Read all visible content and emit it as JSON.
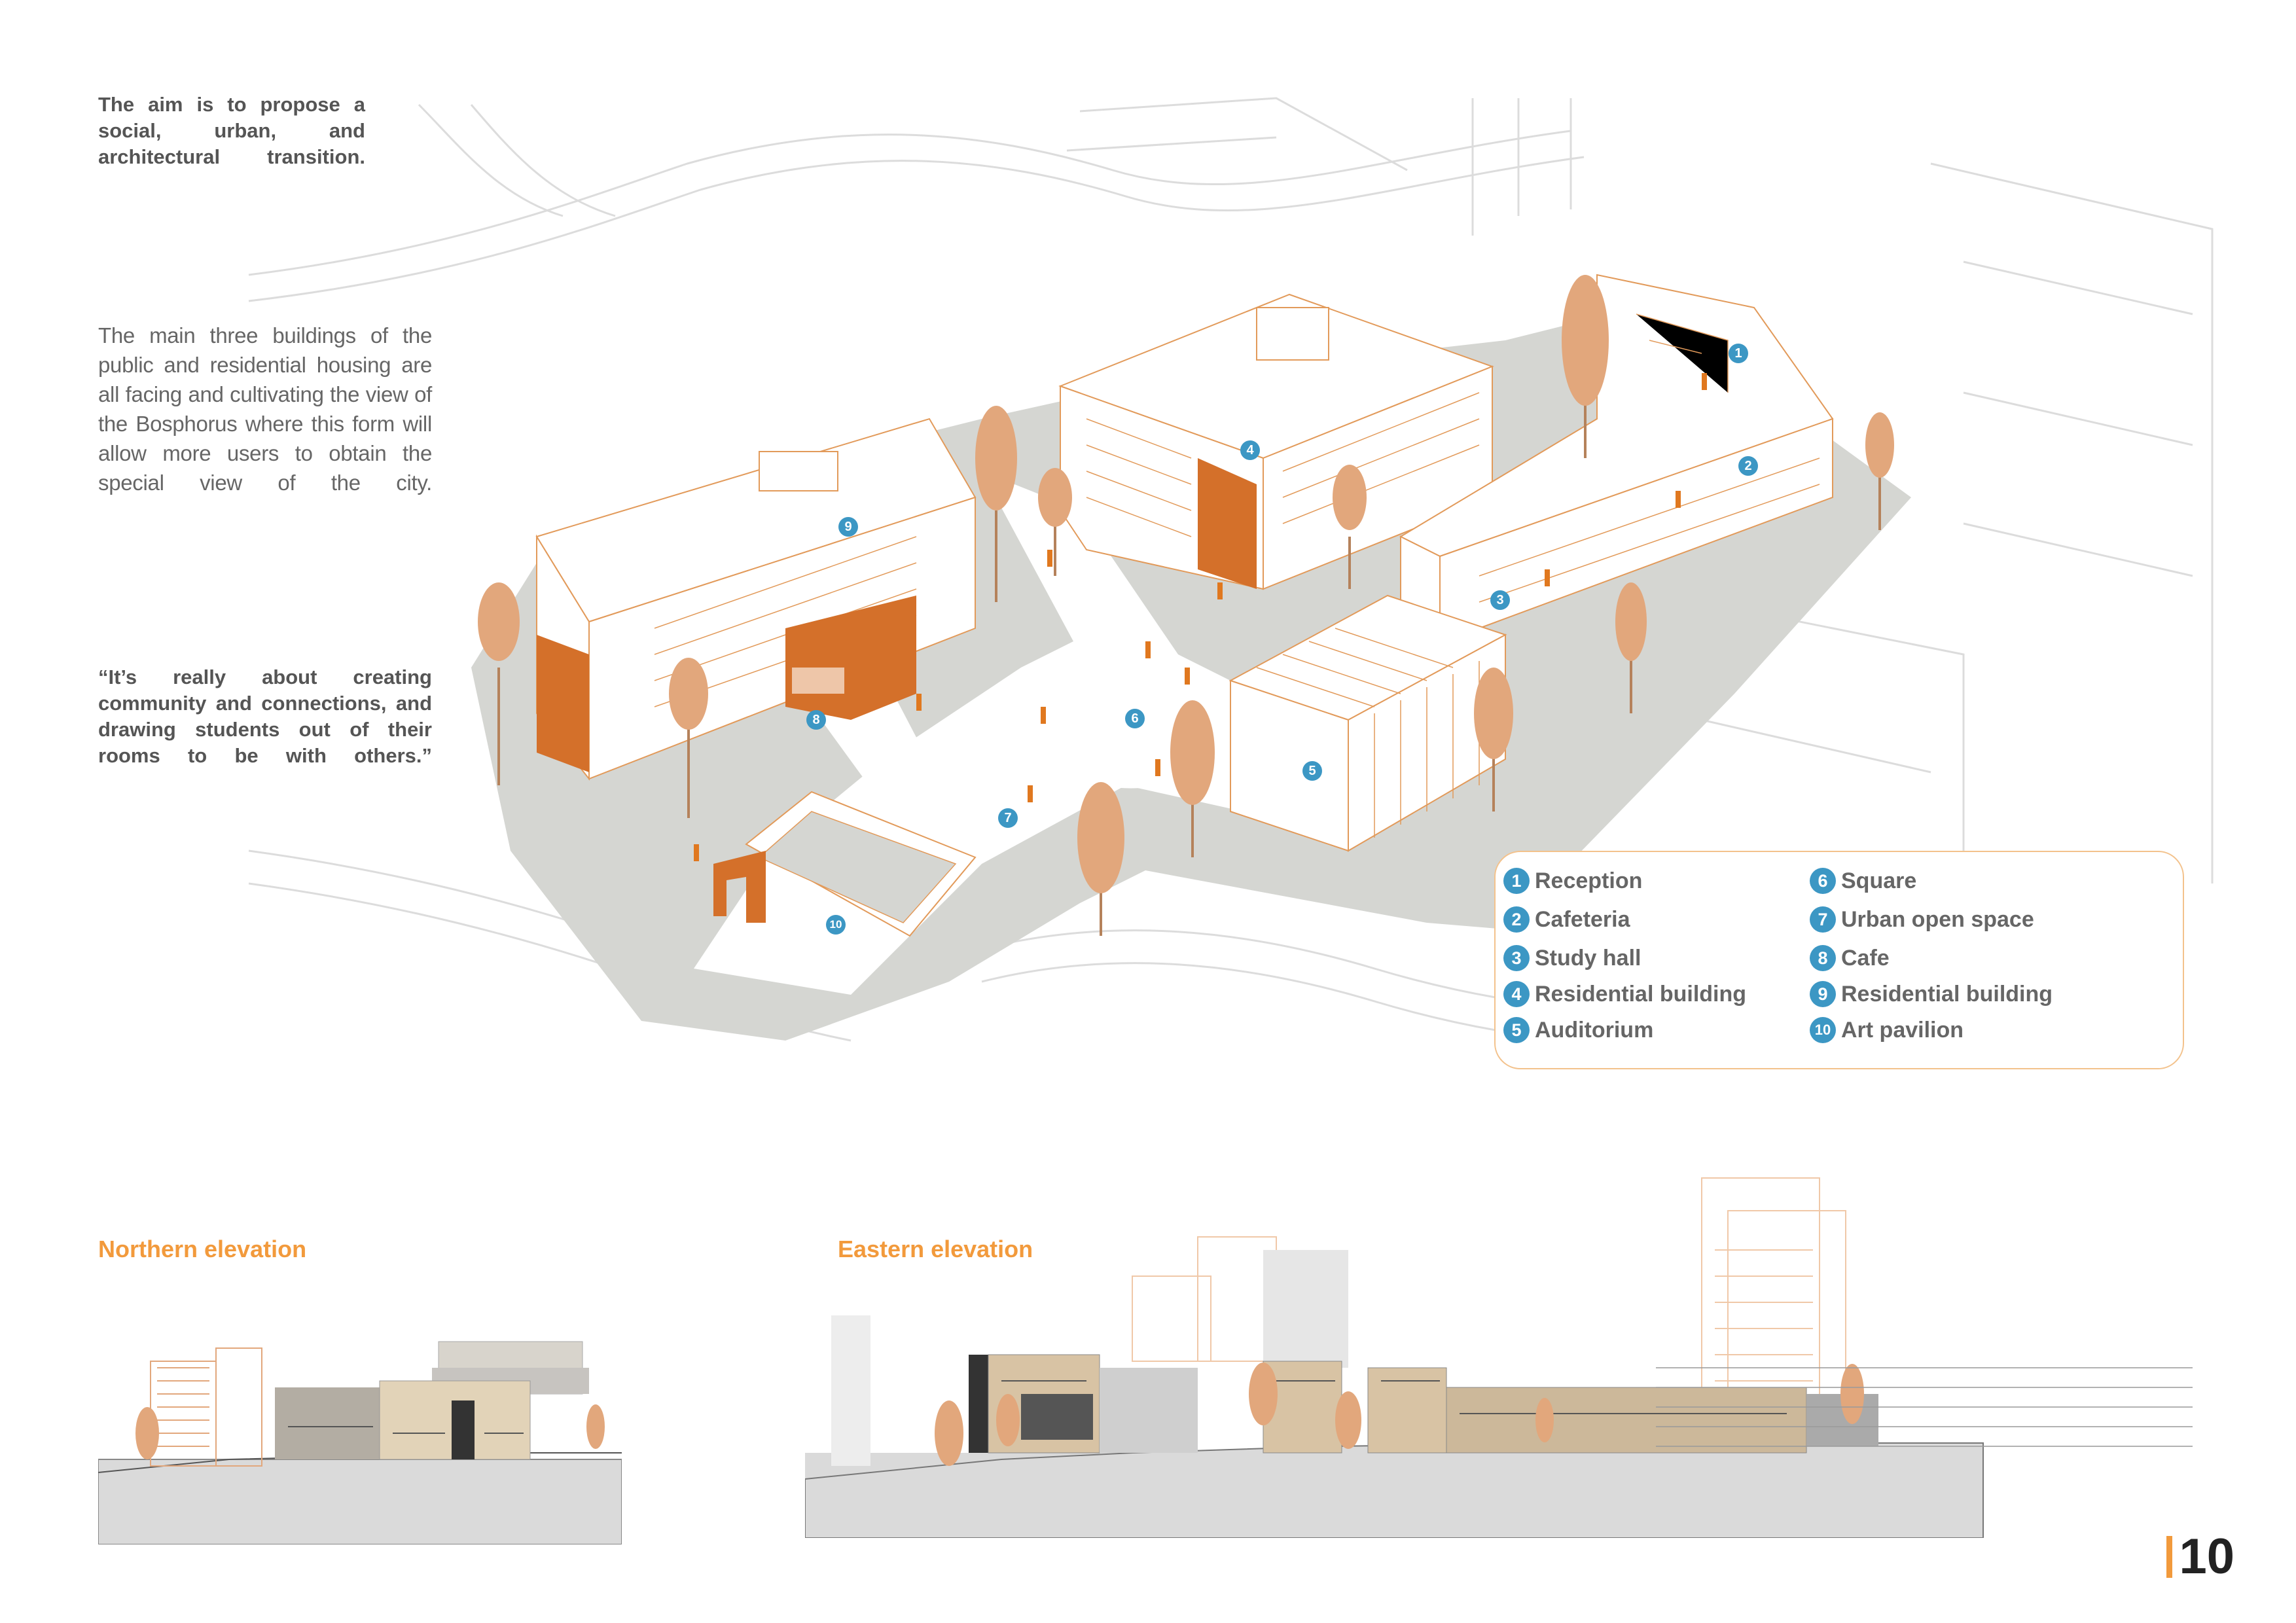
{
  "intro_text": "The aim is to propose a social, urban, and architectural transition.",
  "body_text": "The main three buildings of the public and residential housing are all facing and cultivating the view of the Bosphorus where this form will allow more users to obtain the special view of the city.",
  "quote_text": "“It’s really about creating community and connections, and drawing students out of their rooms to be with others.”",
  "legend": [
    {
      "num": "1",
      "label": "Reception"
    },
    {
      "num": "2",
      "label": "Cafeteria"
    },
    {
      "num": "3",
      "label": "Study hall"
    },
    {
      "num": "4",
      "label": "Residential building"
    },
    {
      "num": "5",
      "label": "Auditorium"
    },
    {
      "num": "6",
      "label": "Square"
    },
    {
      "num": "7",
      "label": "Urban open space"
    },
    {
      "num": "8",
      "label": "Cafe"
    },
    {
      "num": "9",
      "label": "Residential building"
    },
    {
      "num": "10",
      "label": "Art pavilion"
    }
  ],
  "map_markers": [
    "1",
    "2",
    "3",
    "4",
    "5",
    "6",
    "7",
    "8",
    "9",
    "10"
  ],
  "northern_elevation_title": "Northern elevation",
  "eastern_elevation_title": "Eastern elevation",
  "page_number": "10",
  "colors": {
    "accent_orange": "#f29a3c",
    "building_orange": "#d4702a",
    "marker_blue": "#3c97c4",
    "ground_grey": "#d5d6d2",
    "line_grey": "#d8d8d8"
  }
}
